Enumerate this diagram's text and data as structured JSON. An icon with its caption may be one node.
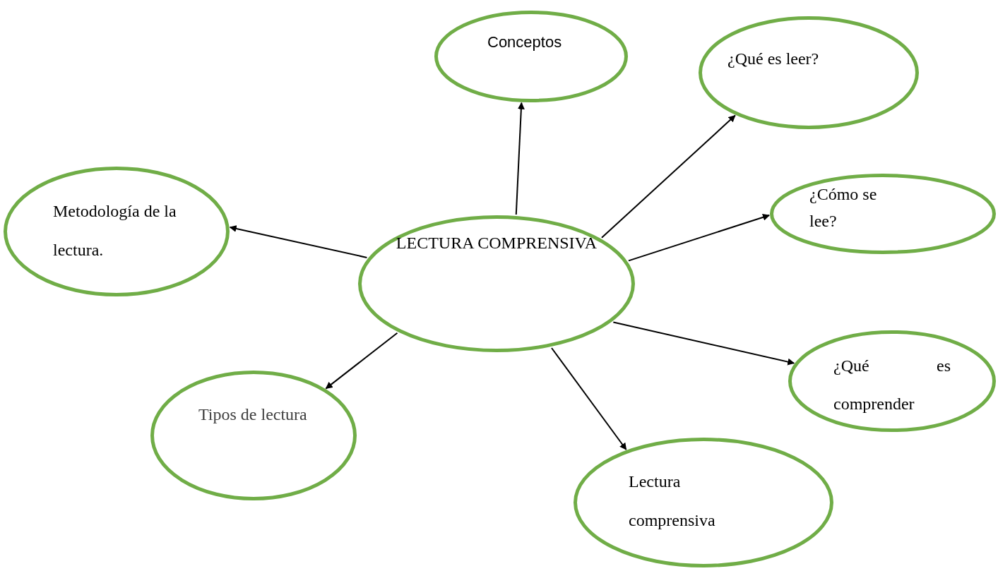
{
  "diagram": {
    "nodes": [
      {
        "text": [
          "LECTURA COMPRENSIVA"
        ]
      },
      {
        "text": [
          "Conceptos"
        ]
      },
      {
        "text": [
          "¿Qué es leer?"
        ]
      },
      {
        "text": [
          "¿Cómo se lee?"
        ]
      },
      {
        "text": [
          "¿Qué es comprender"
        ]
      },
      {
        "text": [
          "Lectura comprensiva"
        ]
      },
      {
        "text": [
          "Tipos de lectura"
        ]
      },
      {
        "text": [
          "Metodología de la lectura."
        ]
      }
    ],
    "edges": [
      {
        "from": 0,
        "to": 1,
        "arrow": "to"
      },
      {
        "from": 0,
        "to": 2,
        "arrow": "to"
      },
      {
        "from": 0,
        "to": 3,
        "arrow": "to"
      },
      {
        "from": 0,
        "to": 4,
        "arrow": "to"
      },
      {
        "from": 0,
        "to": 5,
        "arrow": "to"
      },
      {
        "from": 0,
        "to": 6,
        "arrow": "to"
      },
      {
        "from": 0,
        "to": 7,
        "arrow": "to"
      }
    ]
  }
}
